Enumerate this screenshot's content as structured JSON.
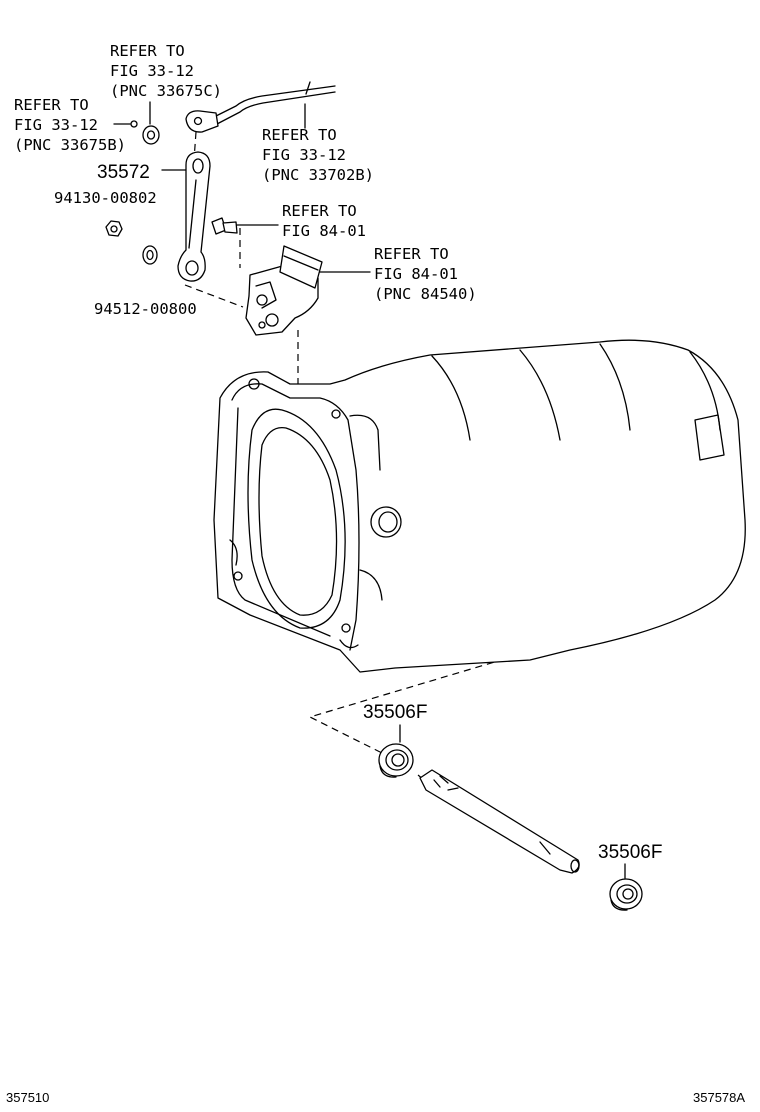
{
  "callouts": {
    "ref_33675c": [
      "REFER TO",
      "FIG 33-12",
      "(PNC 33675C)"
    ],
    "ref_33675b": [
      "REFER TO",
      "FIG 33-12",
      "(PNC 33675B)"
    ],
    "ref_33702b": [
      "REFER TO",
      "FIG 33-12",
      "(PNC 33702B)"
    ],
    "ref_fig8401": [
      "REFER TO",
      "FIG 84-01"
    ],
    "ref_84540": [
      "REFER TO",
      "FIG 84-01",
      "(PNC 84540)"
    ]
  },
  "part_numbers": {
    "lever": "35572",
    "nut": "94130-00802",
    "washer": "94512-00800",
    "seal_upper": "35506F",
    "seal_lower": "35506F"
  },
  "footer": {
    "left_code": "357510",
    "right_code": "357578A"
  }
}
